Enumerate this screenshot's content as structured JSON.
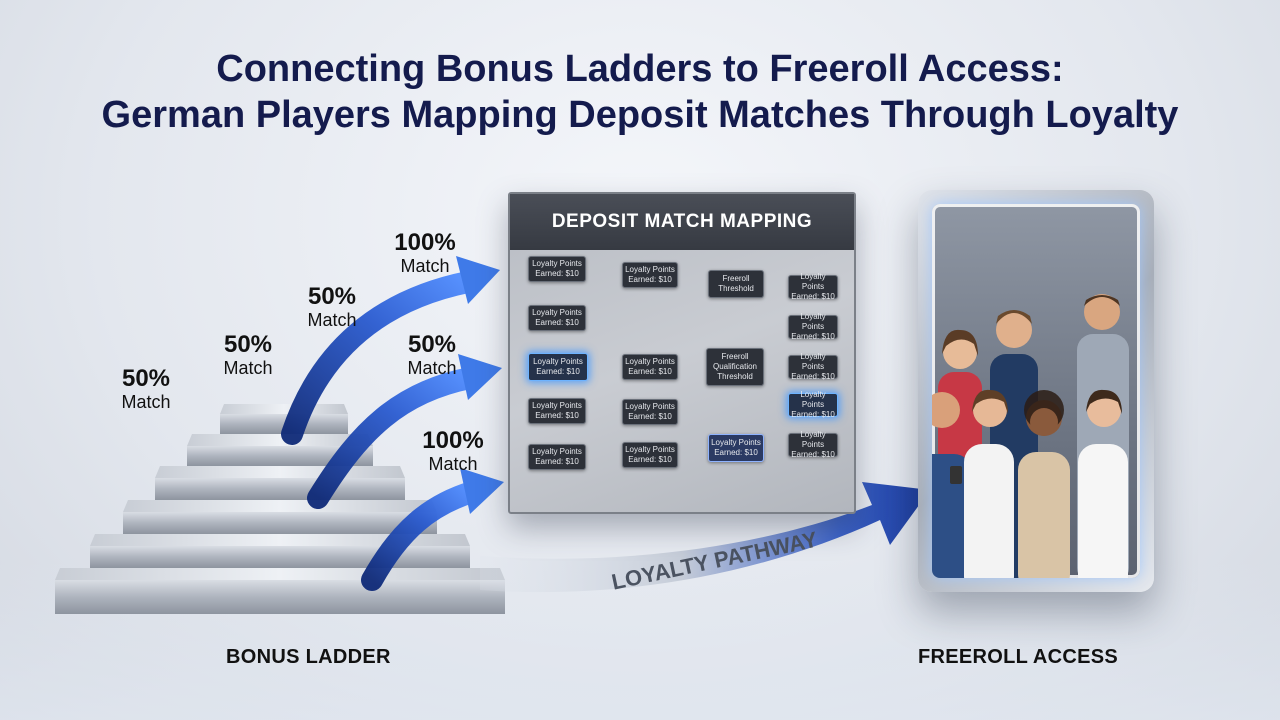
{
  "title": {
    "line1": "Connecting Bonus Ladders to Freeroll Access:",
    "line2": "German Players Mapping Deposit Matches Through Loyalty"
  },
  "ladder": {
    "label": "BONUS LADDER",
    "matches": [
      {
        "pct": "50%",
        "word": "Match"
      },
      {
        "pct": "50%",
        "word": "Match"
      },
      {
        "pct": "50%",
        "word": "Match"
      },
      {
        "pct": "100%",
        "word": "Match"
      },
      {
        "pct": "50%",
        "word": "Match"
      },
      {
        "pct": "100%",
        "word": "Match"
      }
    ]
  },
  "panel": {
    "heading": "DEPOSIT MATCH MAPPING",
    "nodes": [
      {
        "text": "Loyalty Points Earned: $10"
      },
      {
        "text": "Loyalty Points Earned: $10"
      },
      {
        "text": "Loyalty Points Earned: $10"
      },
      {
        "text": "Loyalty Points Earned: $10"
      },
      {
        "text": "Loyalty Points Earned: $10"
      },
      {
        "text": "Loyalty Points Earned: $10"
      },
      {
        "text": "Loyalty Points Earned: $10"
      },
      {
        "text": "Loyalty Points Earned: $10"
      },
      {
        "text": "Loyalty Points Earned: $10"
      },
      {
        "text": "Freeroll Threshold"
      },
      {
        "text": "Freeroll Qualification Threshold"
      },
      {
        "text": "Loyalty Points Earned: $10"
      },
      {
        "text": "Loyalty Points Earned: $10"
      },
      {
        "text": "Loyalty Points Earned: $10"
      },
      {
        "text": "Loyalty Points Earned: $10"
      },
      {
        "text": "Loyalty Points Earned: $10"
      },
      {
        "text": "Loyalty Points Earned: $10"
      }
    ]
  },
  "pathway": {
    "label": "LOYALTY PATHWAY"
  },
  "freeroll": {
    "label": "FREEROLL ACCESS"
  },
  "colors": {
    "title": "#141b4d",
    "arrow_dark": "#1b3a8f",
    "arrow_light": "#4f8cff",
    "glow": "#4cc3ff",
    "step_metal": "#b9bec7"
  }
}
